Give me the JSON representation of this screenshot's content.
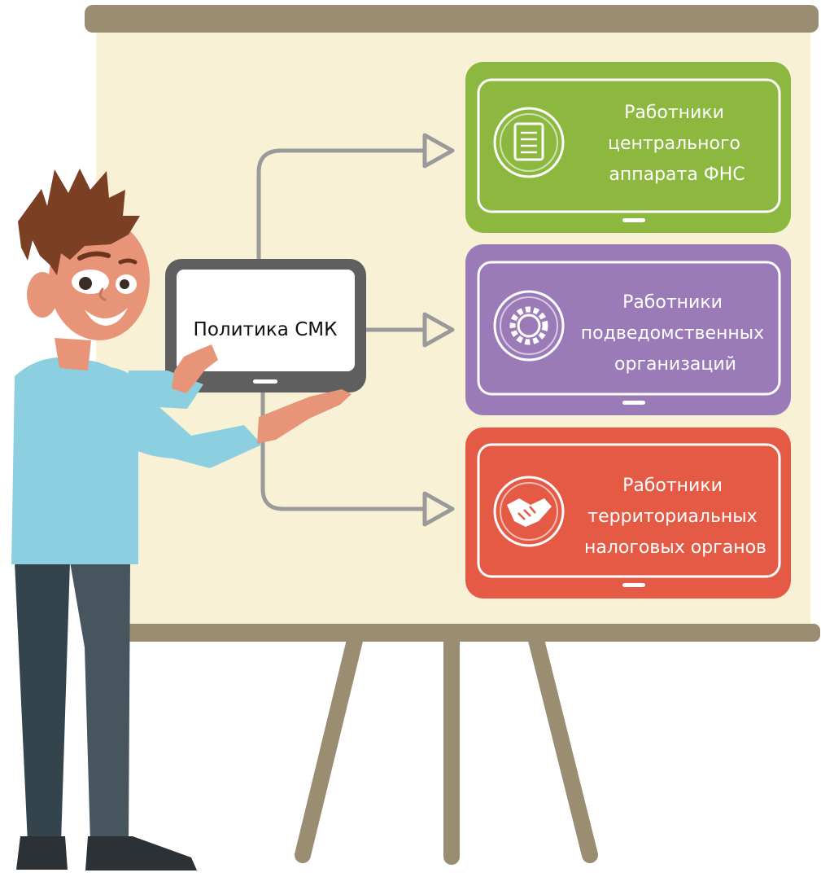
{
  "center": {
    "label": "Политика СМК"
  },
  "cards": [
    {
      "lines": [
        "Работники",
        "центрального",
        "аппарата ФНС"
      ],
      "color": "#8db83f",
      "icon": "document-icon"
    },
    {
      "lines": [
        "Работники",
        "подведомственных",
        "организаций"
      ],
      "color": "#9b7bb7",
      "icon": "gear-icon"
    },
    {
      "lines": [
        "Работники",
        "территориальных",
        "налоговых органов"
      ],
      "color": "#e55a45",
      "icon": "handshake-icon"
    }
  ],
  "colors": {
    "board": "#f8f1d6",
    "easel": "#9b8d72",
    "tablet_frame": "#5f5f5f",
    "connector": "#9a9a9a"
  }
}
